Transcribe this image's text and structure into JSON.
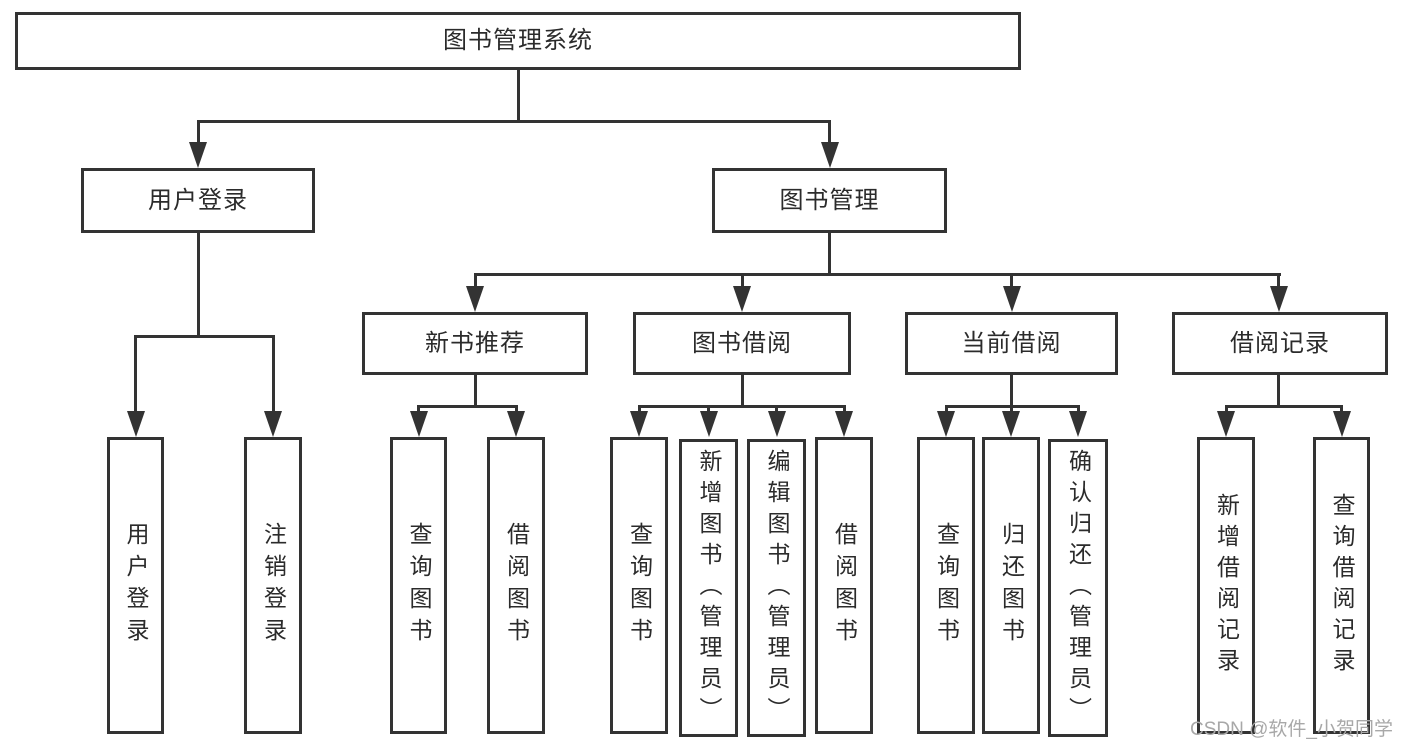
{
  "diagram": {
    "root": {
      "label": "图书管理系统"
    },
    "branches": [
      {
        "label": "用户登录",
        "children": [
          {
            "label": "用户登录"
          },
          {
            "label": "注销登录"
          }
        ]
      },
      {
        "label": "图书管理",
        "children": [
          {
            "label": "新书推荐",
            "children": [
              {
                "label": "查询图书"
              },
              {
                "label": "借阅图书"
              }
            ]
          },
          {
            "label": "图书借阅",
            "children": [
              {
                "label": "查询图书"
              },
              {
                "label": "新增图书（管理员）"
              },
              {
                "label": "编辑图书（管理员）"
              },
              {
                "label": "借阅图书"
              }
            ]
          },
          {
            "label": "当前借阅",
            "children": [
              {
                "label": "查询图书"
              },
              {
                "label": "归还图书"
              },
              {
                "label": "确认归还（管理员）"
              }
            ]
          },
          {
            "label": "借阅记录",
            "children": [
              {
                "label": "新增借阅记录"
              },
              {
                "label": "查询借阅记录"
              }
            ]
          }
        ]
      }
    ]
  },
  "watermark": {
    "text": "CSDN @软件_小贺同学"
  },
  "colors": {
    "line": "#333333",
    "text": "#2b2b2b",
    "background": "#ffffff",
    "watermark": "#a8a8a8"
  }
}
